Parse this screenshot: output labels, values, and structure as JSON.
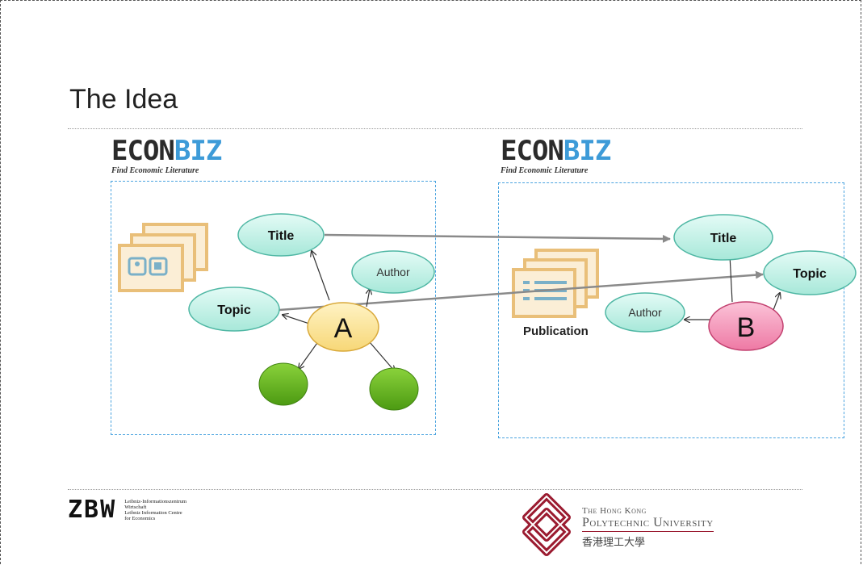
{
  "slide": {
    "title": "The Idea"
  },
  "logos": {
    "econbiz_left": {
      "word_a": "ECON",
      "word_b": "BIZ",
      "tagline": "Find Economic Literature"
    },
    "econbiz_right": {
      "word_a": "ECON",
      "word_b": "BIZ",
      "tagline": "Find Economic Literature"
    },
    "zbw": {
      "mark": "ZBW",
      "lines": [
        "Leibniz-Informationszentrum",
        "Wirtschaft",
        "Leibniz Information Centre",
        "for Economics"
      ]
    },
    "polyu": {
      "line1": "The Hong Kong",
      "line2": "Polytechnic University",
      "line3": "香港理工大學"
    }
  },
  "diagram": {
    "left": {
      "node_a": "A",
      "title": "Title",
      "author": "Author",
      "topic": "Topic"
    },
    "right": {
      "node_b": "B",
      "title": "Title",
      "author": "Author",
      "topic": "Topic",
      "publication_label": "Publication"
    },
    "colors": {
      "teal_fill": "#bff0e6",
      "teal_stroke": "#4fb7a4",
      "node_a_fill": "#fde9a6",
      "node_a_stroke": "#d9a93a",
      "node_b_fill": "#f49bbd",
      "node_b_stroke": "#c2406f",
      "green_node": "#5fae1c",
      "doc_icon": "#e9bf79",
      "box_border": "#4aa3df"
    }
  }
}
